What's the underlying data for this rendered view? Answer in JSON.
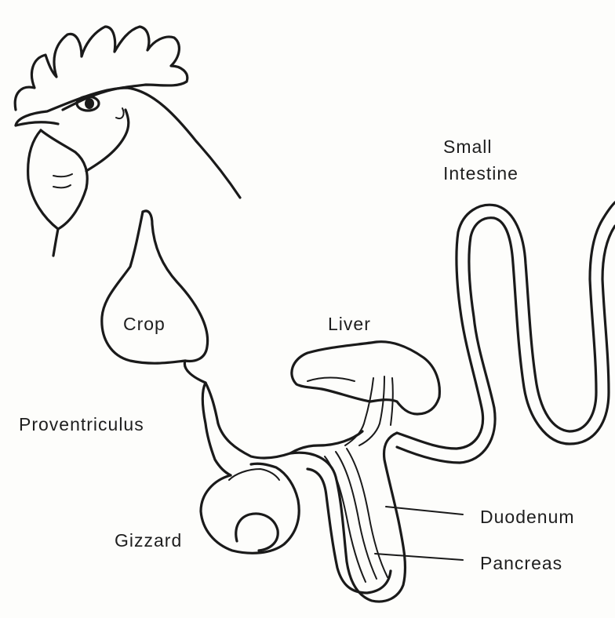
{
  "diagram": {
    "colors": {
      "background": "#fdfdfb",
      "ink": "#1a1a1a"
    },
    "labels": {
      "small_intestine_line1": "Small",
      "small_intestine_line2": "Intestine",
      "crop": "Crop",
      "liver": "Liver",
      "proventriculus": "Proventriculus",
      "duodenum": "Duodenum",
      "gizzard": "Gizzard",
      "pancreas": "Pancreas"
    }
  }
}
